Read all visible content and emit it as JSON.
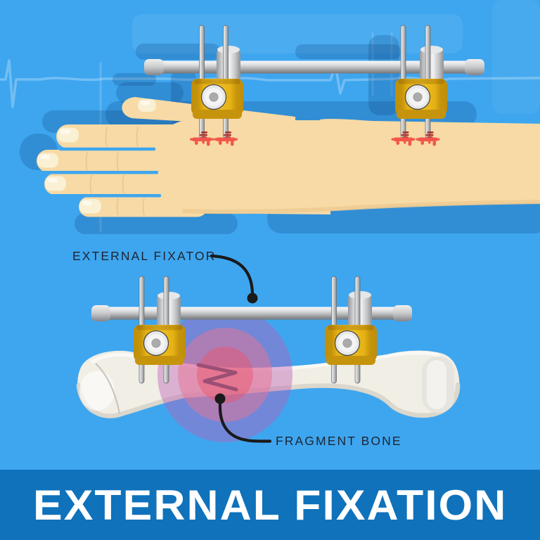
{
  "banner": {
    "text": "EXTERNAL FIXATION"
  },
  "annotations": {
    "external_fixator": {
      "label": "EXTERNAL FIXATOR"
    },
    "fragment_bone": {
      "label": "FRAGMENT BONE"
    }
  },
  "colors": {
    "bg": "#3EA6EF",
    "bannerBg": "#0F72BB",
    "bannerText": "#FFFFFF",
    "labelText": "#1E2533",
    "leader": "#1A1A1A",
    "skin": "#F7DAA5",
    "skinShade": "#EECB92",
    "nail": "#FAF0D3",
    "gold": "#E9B512",
    "goldDark": "#C6940C",
    "discFace": "#E8E8E8",
    "discCenter": "#ABABAB",
    "woundRed": "#F25749",
    "woundDark": "#A93430",
    "bone": "#F1EEE5",
    "boneShadow": "#DBD7CC",
    "boneHighlight": "#FBFAF6",
    "crack": "#9C4F74",
    "painOuter": "rgba(186,94,181,0.42)",
    "painMid": "rgba(232,116,150,0.50)",
    "painInner": "rgba(236,84,104,0.45)",
    "shadowBlue": "rgba(10,60,120,0.22)",
    "ekg": "rgba(255,255,255,0.27)"
  }
}
